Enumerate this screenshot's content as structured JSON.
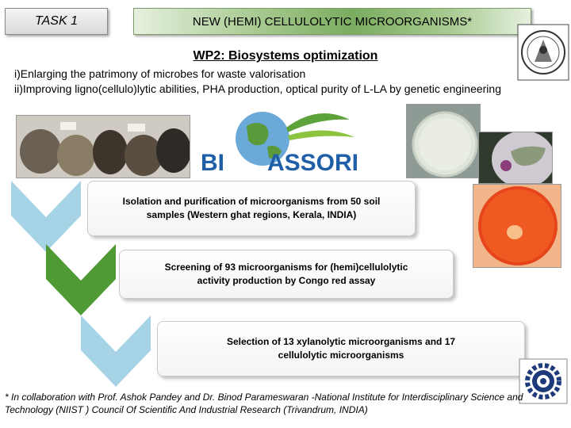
{
  "header": {
    "task_label": "TASK 1",
    "title": "NEW (HEMI) CELLULOLYTIC MICROORGANISMS*"
  },
  "wp_heading": "WP2: Biosystems optimization",
  "objectives": [
    "i)Enlarging the patrimony of microbes for waste valorisation",
    "ii)Improving ligno(cellulo)lytic abilities, PHA production, optical purity of L-LA by genetic engineering"
  ],
  "logo": {
    "text_left": "BI",
    "text_right": "ASSORI",
    "brand_color": "#1f5fa8"
  },
  "steps": [
    {
      "text": "Isolation and purification of microorganisms from 50 soil samples (Western ghat regions, Kerala, INDIA)",
      "color": "#a6d4e6"
    },
    {
      "text": "Screening of 93 microorganisms for (hemi)cellulolytic activity production by Congo red assay",
      "color": "#4f9a35"
    },
    {
      "text": "Selection of 13 xylanolytic microorganisms and 17 cellulolytic microorganisms",
      "color": "#a6d4e6"
    }
  ],
  "footnote": "* In  collaboration with Prof. Ashok Pandey and Dr. Binod Parameswaran -National Institute for Interdisciplinary Science and Technology (NIIST ) Council Of Scientific And Industrial Research (Trivandrum, INDIA)",
  "icons": {
    "seal": "university-seal-icon",
    "gear": "csir-gear-logo-icon"
  }
}
